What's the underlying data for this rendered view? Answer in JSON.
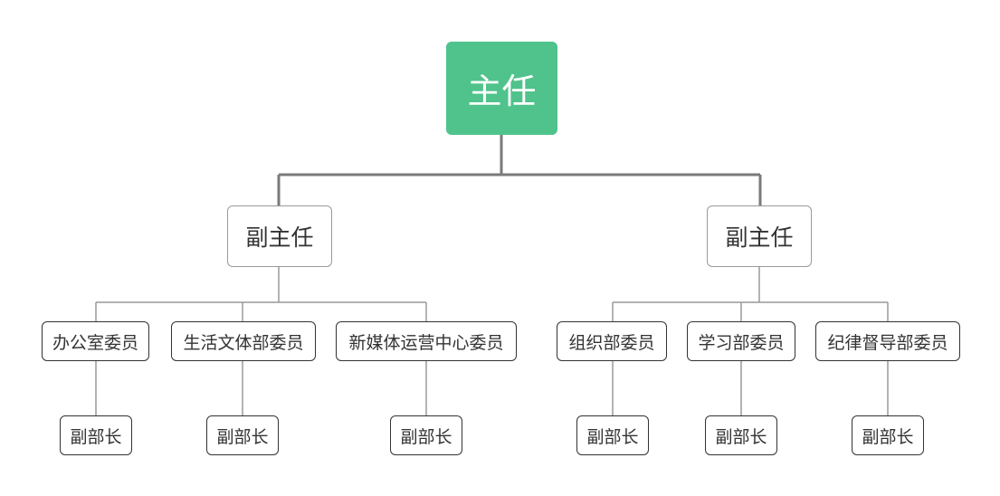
{
  "root": {
    "label": "主任"
  },
  "vice": [
    {
      "label": "副主任"
    },
    {
      "label": "副主任"
    }
  ],
  "members": [
    {
      "label": "办公室委员"
    },
    {
      "label": "生活文体部委员"
    },
    {
      "label": "新媒体运营中心委员"
    },
    {
      "label": "组织部委员"
    },
    {
      "label": "学习部委员"
    },
    {
      "label": "纪律督导部委员"
    }
  ],
  "deputies": [
    {
      "label": "副部长"
    },
    {
      "label": "副部长"
    },
    {
      "label": "副部长"
    },
    {
      "label": "副部长"
    },
    {
      "label": "副部长"
    },
    {
      "label": "副部长"
    }
  ],
  "colors": {
    "root_fill": "#4fc38b",
    "root_text": "#ffffff",
    "connector_main": "#7a7a7a",
    "connector_sub": "#9a9a9a",
    "node_border": "#333333",
    "text": "#333333"
  }
}
